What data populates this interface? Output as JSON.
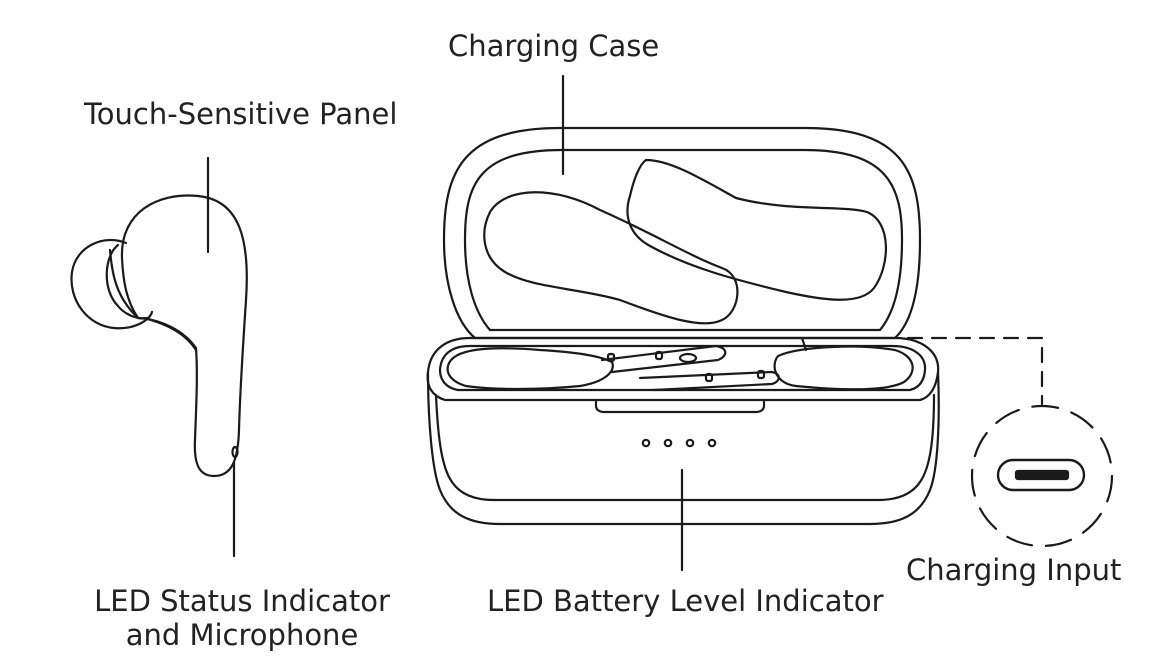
{
  "labels": {
    "touch_panel": "Touch-Sensitive Panel",
    "charging_case": "Charging Case",
    "led_status_line1": "LED Status Indicator",
    "led_status_line2": "and Microphone",
    "led_battery": "LED Battery Level Indicator",
    "charging_input": "Charging Input"
  },
  "colors": {
    "stroke": "#1a1a1a",
    "background": "#ffffff"
  },
  "indicator_led_count": 4
}
